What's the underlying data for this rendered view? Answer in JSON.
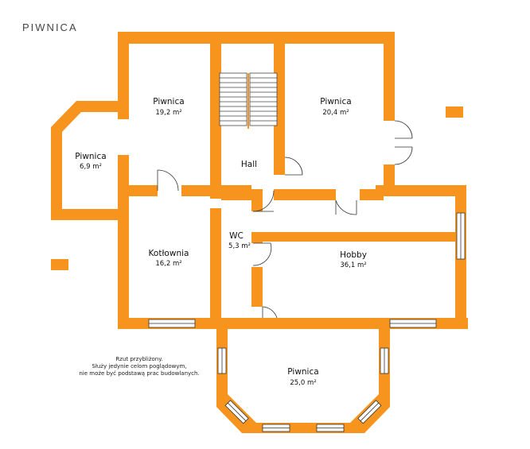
{
  "plan": {
    "title": "PIWNICA",
    "wall_color": "#f7941d",
    "window_color": "#ffffff",
    "rooms": [
      {
        "id": "piwnica-19",
        "name": "Piwnica",
        "area": "19,2 m²"
      },
      {
        "id": "piwnica-20",
        "name": "Piwnica",
        "area": "20,4 m²"
      },
      {
        "id": "piwnica-6",
        "name": "Piwnica",
        "area": "6,9 m²"
      },
      {
        "id": "hall",
        "name": "Hall",
        "area": ""
      },
      {
        "id": "kotlownia",
        "name": "Kotłownia",
        "area": "16,2 m²"
      },
      {
        "id": "wc",
        "name": "WC",
        "area": "5,3 m²"
      },
      {
        "id": "hobby",
        "name": "Hobby",
        "area": "36,1 m²"
      },
      {
        "id": "piwnica-25",
        "name": "Piwnica",
        "area": "25,0 m²"
      }
    ],
    "note": [
      "Rzut przybliżony.",
      "Służy jedynie celom poglądowym,",
      "nie może być podstawą prac budowlanych."
    ]
  }
}
